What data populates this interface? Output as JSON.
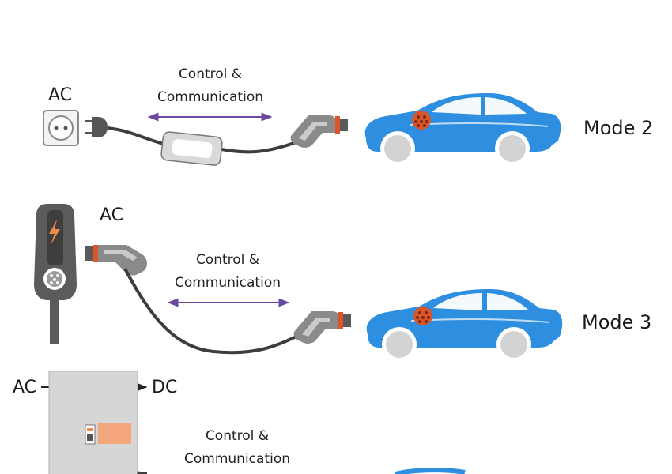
{
  "rows": [
    {
      "mode_label": "Mode 2",
      "source_label": "AC",
      "comm_line1": "Control &",
      "comm_line2": "Communication"
    },
    {
      "mode_label": "Mode 3",
      "source_label": "AC",
      "comm_line1": "Control &",
      "comm_line2": "Communication"
    },
    {
      "input_label": "AC",
      "output_label": "DC",
      "comm_line1": "Control &",
      "comm_line2": "Communication"
    }
  ],
  "colors": {
    "car_blue": "#2e8ee0",
    "socket_orange": "#d9552b",
    "arrow_purple": "#6a4aa0",
    "cable_dark": "#3d3d3d",
    "plug_grey": "#8a8a8a",
    "wallbox_dark": "#5b5b5b",
    "dc_cabinet": "#d6d6d6",
    "bolt_orange": "#f08a4b"
  },
  "icons": [
    "wall-socket-icon",
    "plug-icon",
    "bolt-icon",
    "charging-connector-icon",
    "car-icon"
  ]
}
